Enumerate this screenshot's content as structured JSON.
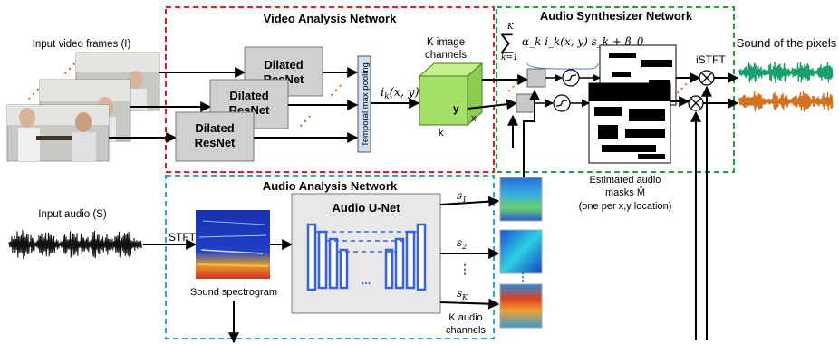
{
  "sections": {
    "video": "Video Analysis Network",
    "audio_synth": "Audio Synthesizer Network",
    "audio_analysis": "Audio Analysis Network"
  },
  "labels": {
    "input_frames": "Input video frames (I)",
    "dilated_1": "Dilated",
    "dilated_2": "ResNet",
    "dilated_back1": "Dilated",
    "dilated_back2": "ResNet",
    "dilated_mid1": "Dilated",
    "dilated_mid2": "ResNet",
    "temporal_pool": "Temporal max pooling",
    "ik": "i",
    "ik_sub": "k",
    "ik_args": "(x, y)",
    "k_image_1": "K image",
    "k_image_2": "channels",
    "cube_y": "y",
    "cube_x": "x",
    "cube_k": "k",
    "sum_upper": "K",
    "sum_lower": "k=1",
    "sum_formula": "α_k i_k(x, y) s_k + β_0",
    "sound_of_pixels": "Sound of the pixels",
    "istft": "iSTFT",
    "est_masks_1": "Estimated audio",
    "est_masks_2": "masks M̂",
    "est_masks_3": "(one per x,y location)",
    "input_audio": "Input audio (S)",
    "stft": "STFT",
    "sound_spectrogram": "Sound spectrogram",
    "unet": "Audio U-Net",
    "dots": "...",
    "s1": "s",
    "s1_sub": "1",
    "s2": "s",
    "s2_sub": "2",
    "sK": "s",
    "sK_sub": "K",
    "k_audio_1": "K audio",
    "k_audio_2": "channels"
  },
  "colors": {
    "video_box": "#e02020",
    "synth_box": "#22a040",
    "audio_box": "#2aa6d8",
    "resnet_fill": "#d0d0d0",
    "cube_fill": "#a6e06a",
    "unet_blue": "#3563e8",
    "wave_green": "#1aa06a",
    "wave_orange": "#d27320",
    "wave_black": "#111111",
    "dots_orange": "#c0702a"
  }
}
